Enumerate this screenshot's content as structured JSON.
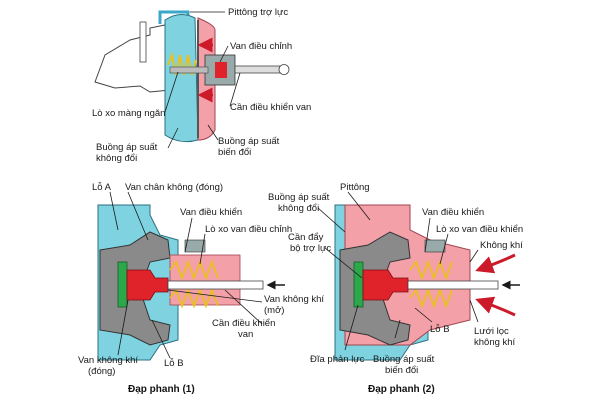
{
  "top_diagram": {
    "labels": {
      "booster_piston": "Pittông trợ lực",
      "control_valve": "Van điều chỉnh",
      "valve_operating_rod": "Cần điều khiển van",
      "diaphragm_spring": "Lò xo màng ngăn",
      "constant_pressure_chamber": [
        "Buồng áp suất",
        "không đổi"
      ],
      "variable_pressure_chamber": [
        "Buồng áp suất",
        "biến đổi"
      ]
    }
  },
  "left_diagram": {
    "caption": "Đạp phanh (1)",
    "labels": {
      "hole_a": "Lỗ A",
      "vacuum_valve_closed": "Van chân không (đóng)",
      "control_valve": "Van điều khiển",
      "control_valve_spring": "Lò xo van điều chỉnh",
      "air_valve_open": [
        "Van không khí",
        "(mở)"
      ],
      "valve_operating_rod": [
        "Cần điều khiển",
        "van"
      ],
      "air_valve_closed": [
        "Van không khí",
        "(đóng)"
      ],
      "hole_b": "Lỗ B"
    }
  },
  "right_diagram": {
    "caption": "Đạp phanh  (2)",
    "labels": {
      "piston": "Pittông",
      "constant_pressure_chamber": [
        "Buồng áp suất",
        "không đổi"
      ],
      "booster_push_rod": [
        "Cần đẩy",
        "bộ trợ lực"
      ],
      "control_valve": "Van điều khiển",
      "control_valve_spring": "Lò xo van điều khiển",
      "air": "Không khí",
      "hole_b": "Lỗ B",
      "air_filter": [
        "Lưới lọc",
        "không khí"
      ],
      "reaction_disc": "Đĩa phản lực",
      "variable_pressure_chamber": [
        "Buồng áp suất",
        "biến đổi"
      ]
    }
  },
  "colors": {
    "constant_chamber": "#7fd3e0",
    "variable_chamber": "#f4a0a8",
    "body_gray": "#8a8a8a",
    "valve_red": "#e0232a",
    "reaction_green": "#2aa84a",
    "arrow_red": "#cc1a2a"
  }
}
